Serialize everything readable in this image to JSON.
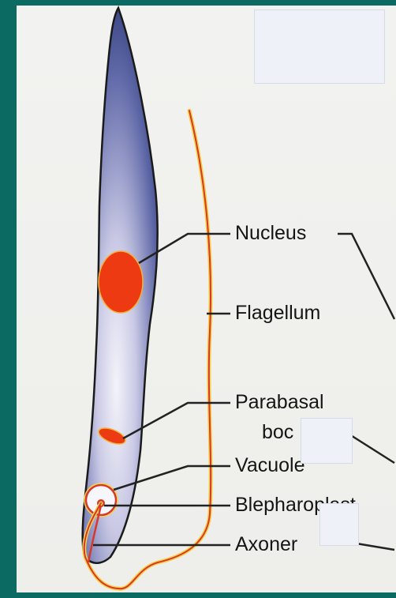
{
  "labels": {
    "nucleus": "Nucleus",
    "flagellum": "Flagellum",
    "parabasal_line1": "Parabasal",
    "parabasal_line2": "boc",
    "vacuole": "Vacuole",
    "blepharoplast": "Blepharoplast",
    "axoneme": "Axoner"
  },
  "colors": {
    "frame": "#0b6b63",
    "paper": "#f1f1ef",
    "cell_dark": "#2b3577",
    "cell_light": "#e7e7f2",
    "nucleus": "#f03a14",
    "flagellum": "#d8372a",
    "flagellum_glow": "#f2d24a",
    "leader_line": "#222222",
    "mask": "#eef1f8"
  }
}
